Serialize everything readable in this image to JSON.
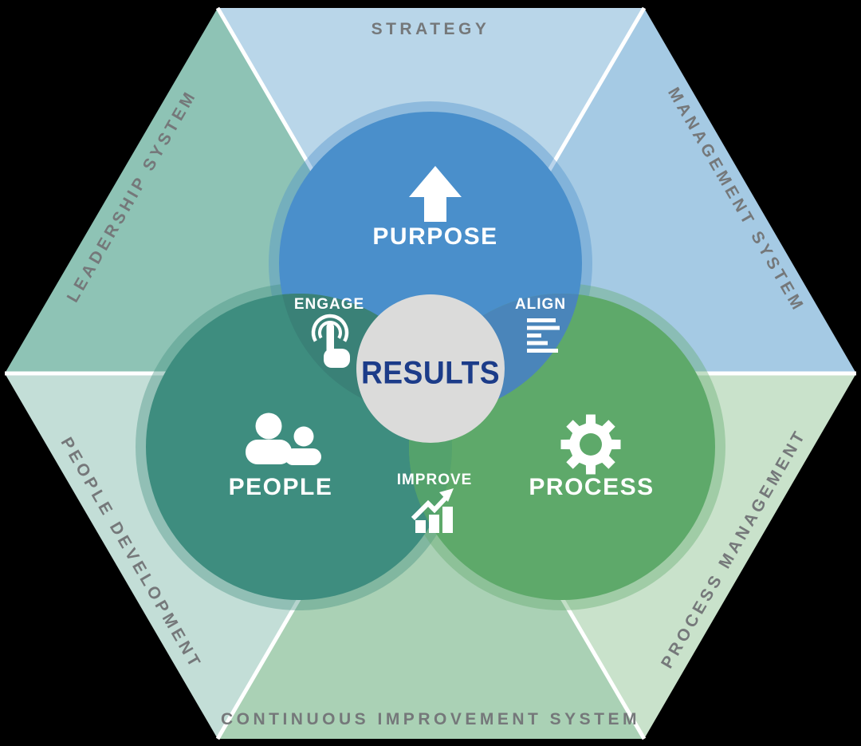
{
  "diagram_title": "Purpose People Process Results hexagon model",
  "segments": {
    "top": {
      "label": "STRATEGY"
    },
    "top_right": {
      "label": "MANAGEMENT SYSTEM"
    },
    "bottom_right": {
      "label": "PROCESS MANAGEMENT"
    },
    "bottom": {
      "label": "CONTINUOUS IMPROVEMENT SYSTEM"
    },
    "bottom_left": {
      "label": "PEOPLE DEVELOPMENT"
    },
    "top_left": {
      "label": "LEADERSHIP SYSTEM"
    }
  },
  "venn": {
    "purpose": {
      "label": "PURPOSE",
      "icon": "arrow-up-icon"
    },
    "people": {
      "label": "PEOPLE",
      "icon": "people-icon"
    },
    "process": {
      "label": "PROCESS",
      "icon": "gear-icon"
    },
    "engage": {
      "label": "ENGAGE",
      "icon": "tap-icon"
    },
    "align": {
      "label": "ALIGN",
      "icon": "align-lines-icon"
    },
    "improve": {
      "label": "IMPROVE",
      "icon": "growth-chart-icon"
    },
    "results": {
      "label": "RESULTS"
    }
  },
  "colors": {
    "background": "#000000",
    "divider": "#ffffff",
    "segment_label": "#75787a",
    "strategy": "#b9d6e9",
    "management": "#a5cae4",
    "leadership": "#8ec3b5",
    "people_development": "#c3ded7",
    "process_management": "#c9e2cb",
    "continuous_improvement": "#aad1b5",
    "purpose": "#4a8fcb",
    "people": "#3e8d7f",
    "process": "#5ea96a",
    "engage_overlap": "#3a8177",
    "align_overlap": "#4a85ba",
    "improve_overlap": "#54a26c",
    "triple_overlap": "#2e8473",
    "results_bg": "#dbdbda",
    "results_text": "#1c3c89",
    "icon": "#ffffff"
  }
}
